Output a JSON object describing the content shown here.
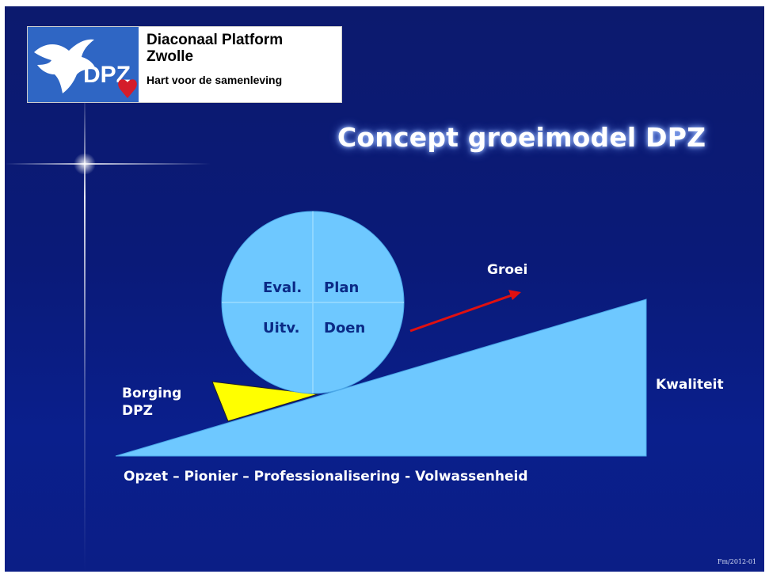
{
  "logo": {
    "initials": "DPZ",
    "line1": "Diaconaal Platform",
    "line2": "Zwolle",
    "tagline": "Hart voor de samenleving"
  },
  "title": "Concept groeimodel DPZ",
  "circle": {
    "eval": "Eval.",
    "plan": "Plan",
    "uitv": "Uitv.",
    "doen": "Doen"
  },
  "labels": {
    "groei": "Groei",
    "kwaliteit": "Kwaliteit",
    "borging_line1": "Borging",
    "borging_line2": "DPZ",
    "phases": "Opzet – Pionier – Professionalisering  - Volwassenheid"
  },
  "footer": "Fm/2012-01",
  "colors": {
    "background": "#0a1a78",
    "ramp": "#6ec8ff",
    "circle": "#6ec8ff",
    "wedge": "#ffff00",
    "arrow": "#e01010",
    "heart": "#d41c2a"
  }
}
